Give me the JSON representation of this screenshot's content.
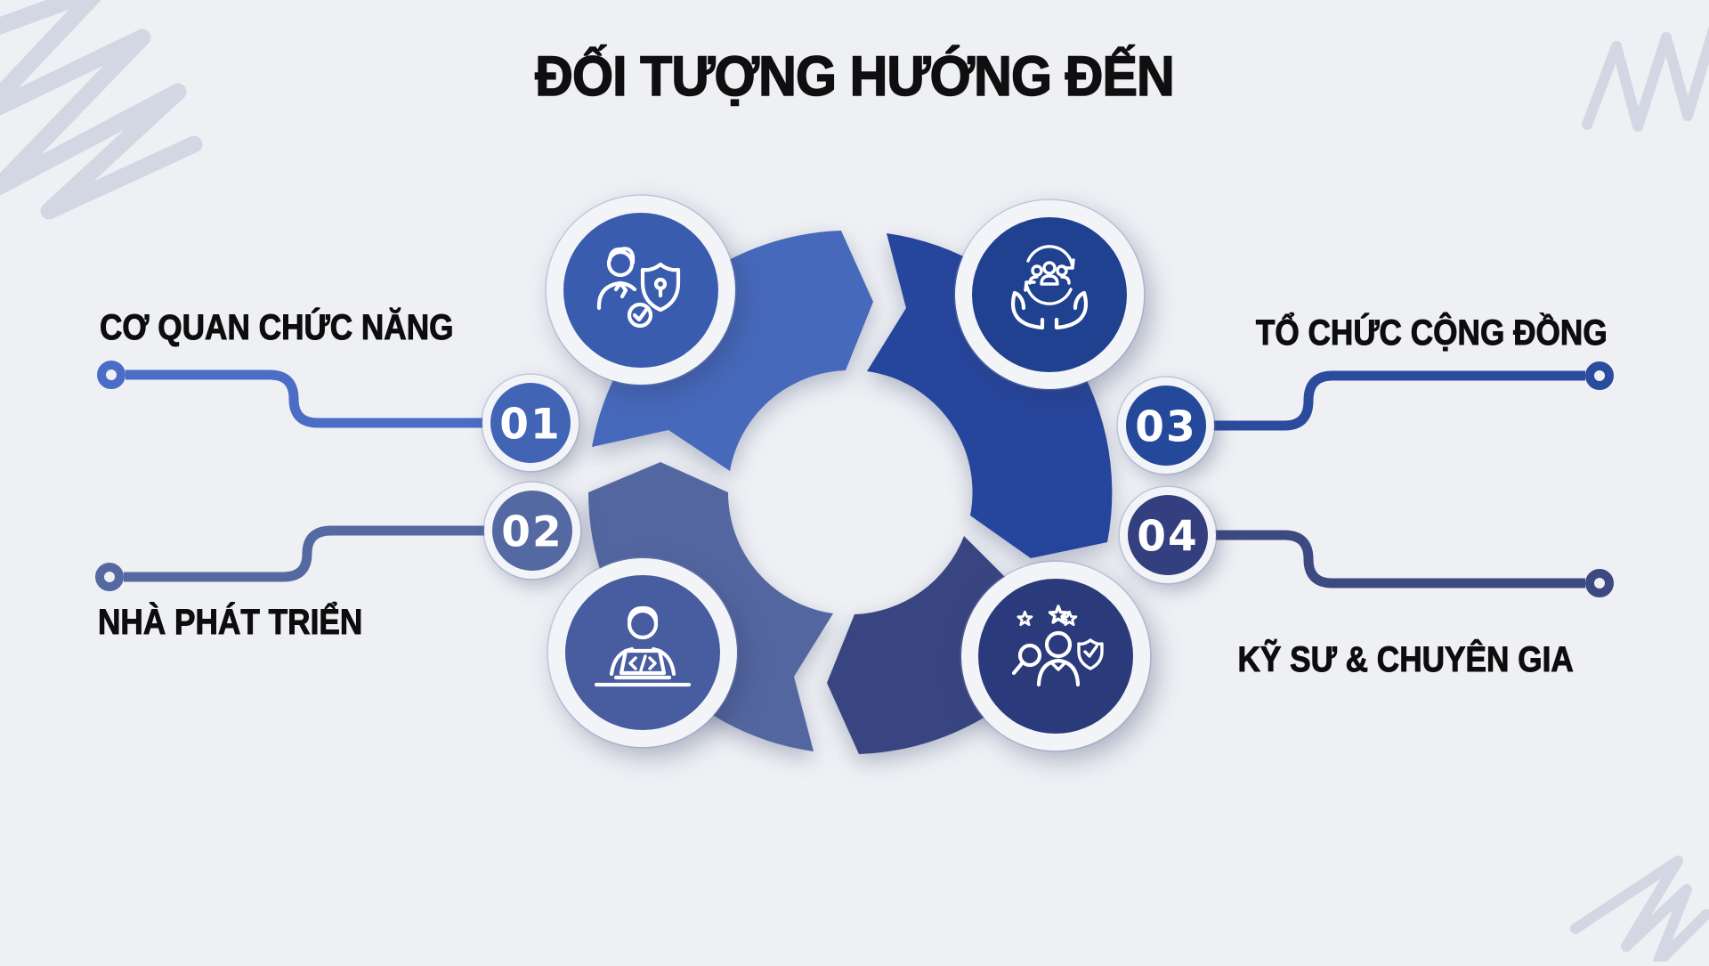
{
  "title": "ĐỐI TƯỢNG HƯỚNG ĐẾN",
  "background_color": "#eef0f4",
  "text_color": "#0f0f10",
  "decor": {
    "scribble_color": "#cfd4e2"
  },
  "ring": {
    "segment_top_left_color": "#4769bb",
    "segment_top_right_color": "#26459c",
    "segment_bottom_right_color": "#384580",
    "segment_bottom_left_color": "#5466a0"
  },
  "items": [
    {
      "number": "01",
      "label": "CƠ QUAN CHỨC NĂNG",
      "side": "left-top",
      "badge_color": "#4164b5",
      "line_color": "#4b6dc6",
      "icon": "security-officer-shield-icon",
      "icon_disc_color": "#3a5caf"
    },
    {
      "number": "02",
      "label": "NHÀ PHÁT TRIỂN",
      "side": "left-bottom",
      "badge_color": "#5468a1",
      "line_color": "#5468a1",
      "icon": "developer-laptop-code-icon",
      "icon_disc_color": "#485da0"
    },
    {
      "number": "03",
      "label": "TỔ CHỨC CỘNG ĐỒNG",
      "side": "right-top",
      "badge_color": "#24489a",
      "line_color": "#2a4b9e",
      "icon": "community-hands-people-icon",
      "icon_disc_color": "#20418f"
    },
    {
      "number": "04",
      "label": "KỸ SƯ & CHUYÊN GIA",
      "side": "right-bottom",
      "badge_color": "#333f7e",
      "line_color": "#3d4a82",
      "icon": "expert-stars-search-shield-icon",
      "icon_disc_color": "#2b3a7a"
    }
  ]
}
